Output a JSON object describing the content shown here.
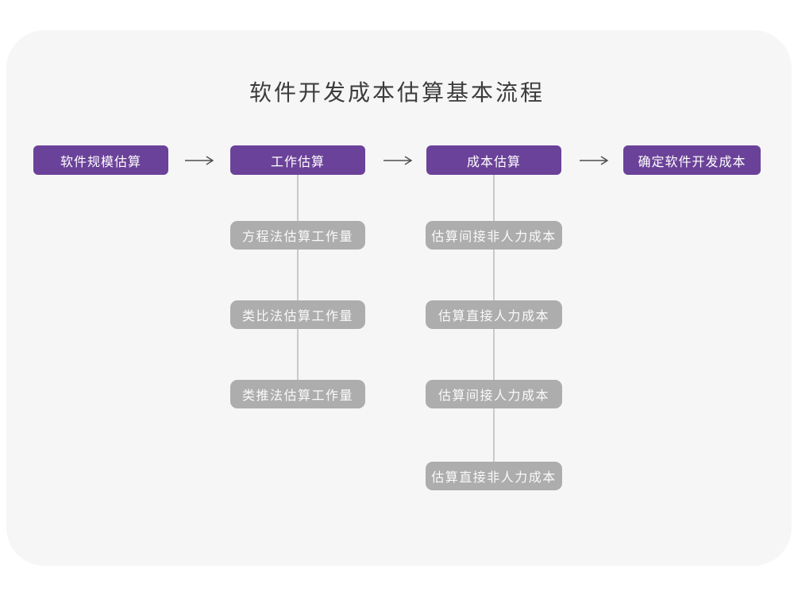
{
  "title": "软件开发成本估算基本流程",
  "flow": {
    "stages": [
      {
        "label": "软件规模估算",
        "children": []
      },
      {
        "label": "工作估算",
        "children": [
          "方程法估算工作量",
          "类比法估算工作量",
          "类推法估算工作量"
        ]
      },
      {
        "label": "成本估算",
        "children": [
          "估算间接非人力成本",
          "估算直接人力成本",
          "估算间接人力成本",
          "估算直接非人力成本"
        ]
      },
      {
        "label": "确定软件开发成本",
        "children": []
      }
    ]
  },
  "colors": {
    "canvas_background": "#FFFFFF",
    "card_background": "#F6F6F7",
    "stage_box": "#6B4299",
    "stage_text": "#FFFFFF",
    "sub_box": "#ADADAD",
    "sub_text": "#FAFAFA",
    "connector_line": "#C9C9C9",
    "arrow": "#4D4D4D",
    "title_text": "#3C3C3C"
  }
}
